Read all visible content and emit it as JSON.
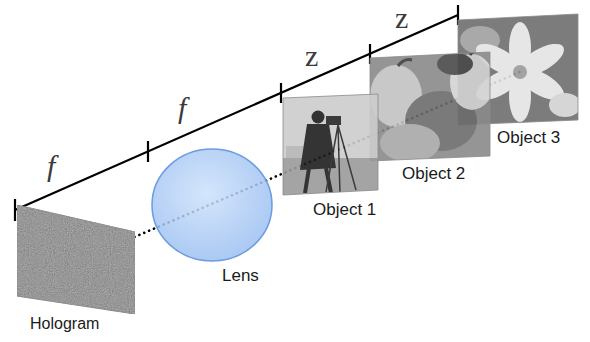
{
  "diagram": {
    "nodes": [
      {
        "text": [
          "Hologram"
        ]
      },
      {
        "text": [
          "Lens"
        ]
      },
      {
        "text": [
          "Object 1"
        ]
      },
      {
        "text": [
          "Object 2"
        ]
      },
      {
        "text": [
          "Object 3"
        ]
      }
    ],
    "labels": [
      "f",
      "f",
      "z",
      "z"
    ]
  }
}
